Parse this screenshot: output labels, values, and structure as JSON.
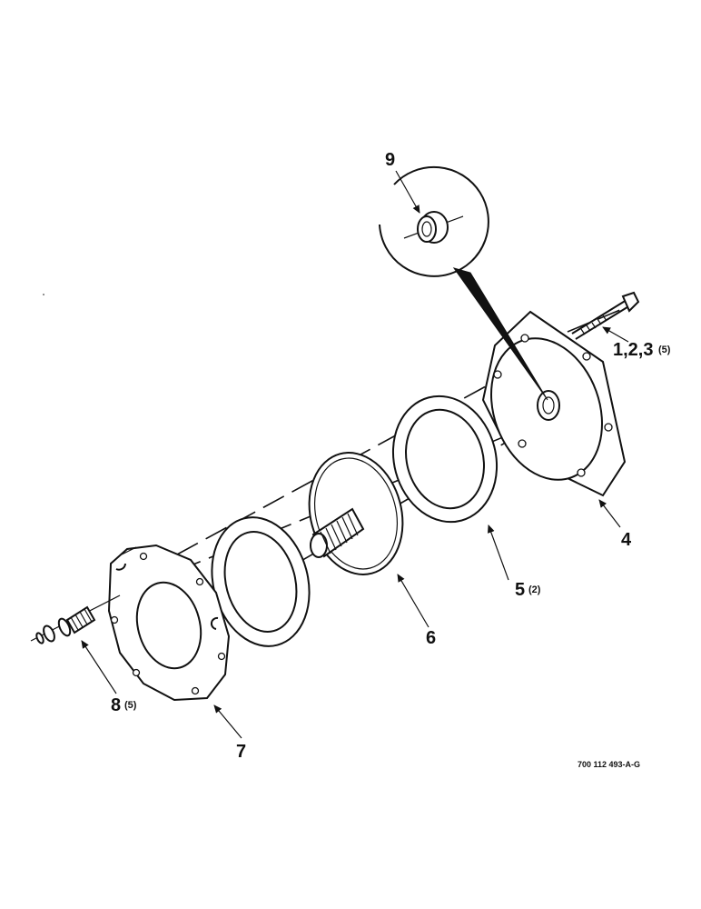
{
  "callouts": {
    "c9": "9",
    "c123": "1,2,3",
    "c123_qty": "(5)",
    "c4": "4",
    "c5": "5",
    "c5_qty": "(2)",
    "c6": "6",
    "c7": "7",
    "c8": "8",
    "c8_qty": "(5)"
  },
  "drawing_code": "700 112 493-A-G",
  "colors": {
    "ink": "#111111",
    "paper": "#ffffff"
  }
}
